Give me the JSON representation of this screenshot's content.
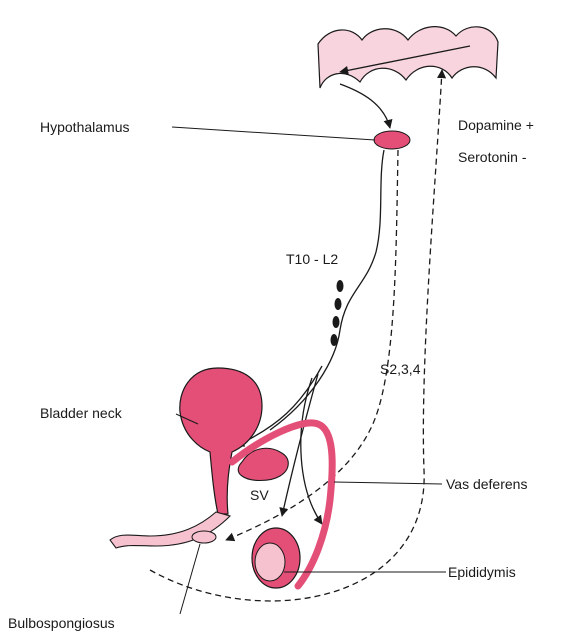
{
  "labels": {
    "hypothalamus": "Hypothalamus",
    "dopamine": "Dopamine +",
    "serotonin": "Serotonin -",
    "t10_l2": "T10 - L2",
    "s234": "S2,3,4",
    "bladder_neck": "Bladder neck",
    "sv": "SV",
    "vas_deferens": "Vas deferens",
    "epididymis": "Epididymis",
    "bulbospongiosus": "Bulbospongiosus"
  },
  "colors": {
    "tissue": "#e44f78",
    "tissue_light": "#f7c2d0",
    "cortex": "#f8d4de",
    "line": "#1a1a1a"
  }
}
